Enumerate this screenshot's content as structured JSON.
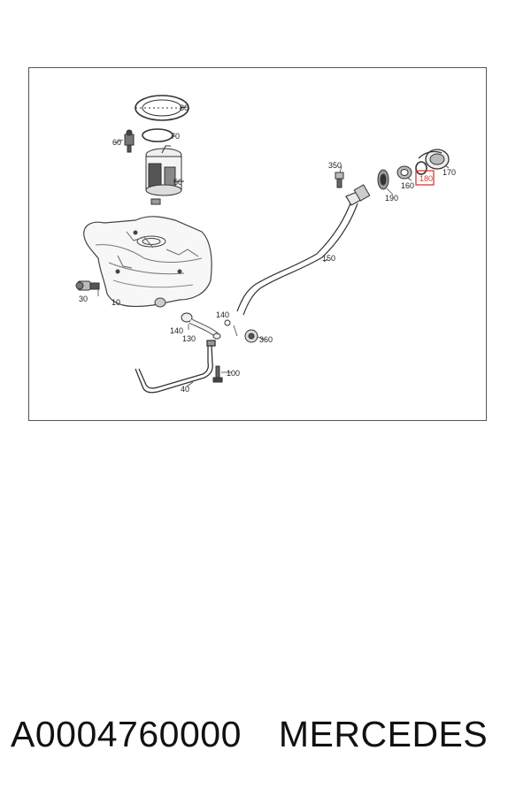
{
  "diagram": {
    "callouts": {
      "c80": "80",
      "c70": "70",
      "c60": "60",
      "c50": "50",
      "c350": "350",
      "c170": "170",
      "c180": "180",
      "c160": "160",
      "c190": "190",
      "c150": "150",
      "c30": "30",
      "c10": "10",
      "c140a": "140",
      "c140b": "140",
      "c130": "130",
      "c360": "360",
      "c100": "100",
      "c40": "40"
    },
    "highlighted_callout": "180",
    "highlight_color": "#d23a3a"
  },
  "caption": {
    "part_number": "A0004760000",
    "brand": "MERCEDES"
  }
}
